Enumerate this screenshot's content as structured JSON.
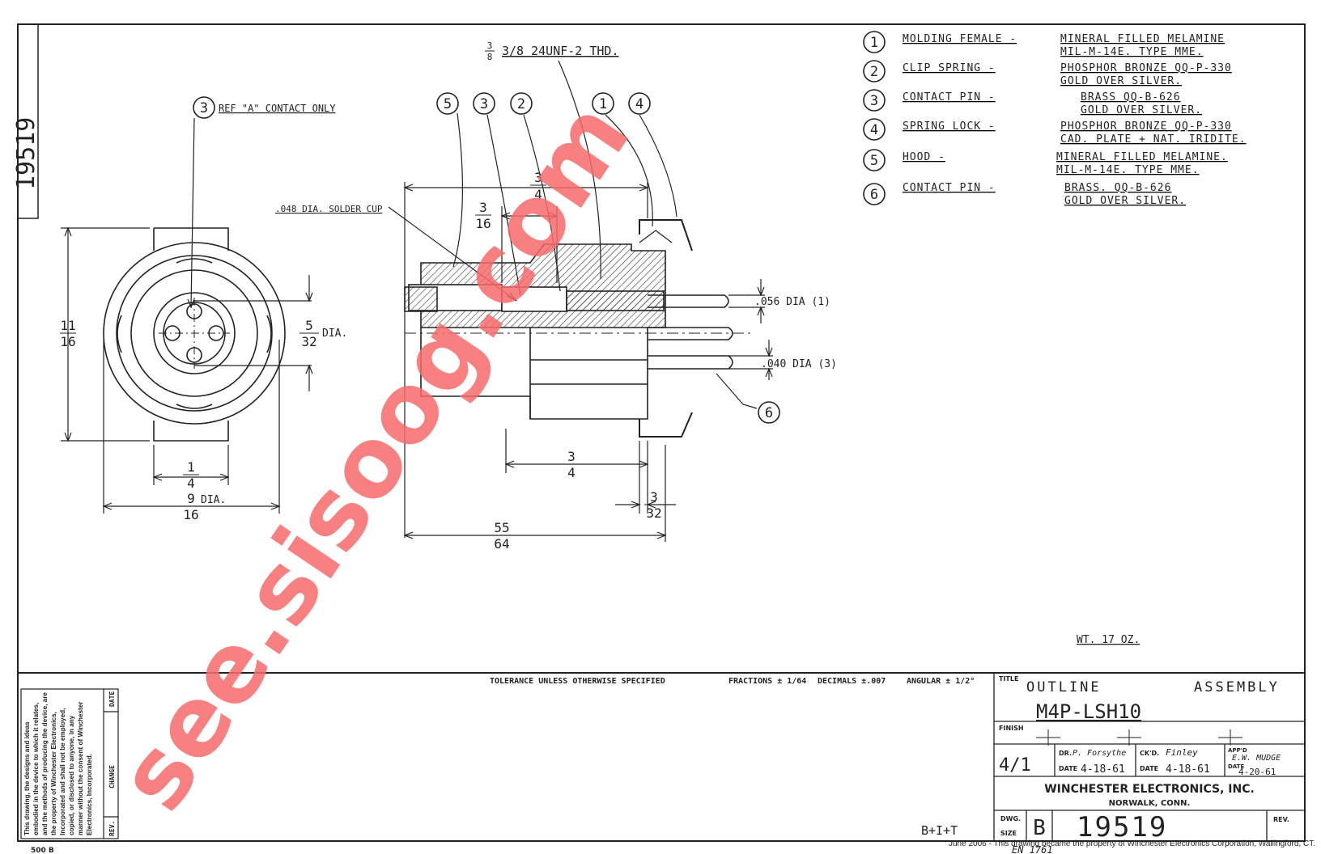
{
  "drawing": {
    "side_number": "19519",
    "weight": "WT. 17 OZ.",
    "stamp": "500 B"
  },
  "callouts": {
    "thread": "3/8 24UNF-2 THD.",
    "ref_a": "REF \"A\" CONTACT ONLY",
    "solder_cup": ".048 DIA. SOLDER CUP",
    "dia_056": ".056 DIA (1)",
    "dia_040": ".040 DIA (3)",
    "dia_5_32": "DIA."
  },
  "dimensions": {
    "d11_16": [
      "11",
      "16"
    ],
    "d5_32": [
      "5",
      "32"
    ],
    "d1_4": [
      "1",
      "4"
    ],
    "d9_16": [
      "9",
      "16"
    ],
    "d9_16_suffix": "DIA.",
    "d3_4_top": [
      "3",
      "4"
    ],
    "d3_16": [
      "3",
      "16"
    ],
    "d3_4_bot": [
      "3",
      "4"
    ],
    "d3_32": [
      "3",
      "32"
    ],
    "d55_64": [
      "55",
      "64"
    ],
    "d3_8": [
      "3",
      "8"
    ]
  },
  "balloons": [
    "1",
    "2",
    "3",
    "4",
    "5",
    "6"
  ],
  "parts_list": [
    {
      "num": "1",
      "name": "MOLDING FEMALE -",
      "material": "MINERAL FILLED MELAMINE",
      "spec": "MIL-M-14E. TYPE MME."
    },
    {
      "num": "2",
      "name": "CLIP SPRING -",
      "material": "PHOSPHOR BRONZE QQ-P-330",
      "spec": "GOLD OVER SILVER."
    },
    {
      "num": "3",
      "name": "CONTACT PIN -",
      "material": "BRASS QQ-B-626",
      "spec": "GOLD OVER SILVER."
    },
    {
      "num": "4",
      "name": "SPRING LOCK -",
      "material": "PHOSPHOR BRONZE QQ-P-330",
      "spec": "CAD. PLATE + NAT. IRIDITE."
    },
    {
      "num": "5",
      "name": "HOOD -",
      "material": "MINERAL FILLED MELAMINE.",
      "spec": "MIL-M-14E. TYPE MME."
    },
    {
      "num": "6",
      "name": "CONTACT PIN -",
      "material": "BRASS. QQ-B-626",
      "spec": "GOLD OVER SILVER."
    }
  ],
  "tolerance": {
    "label": "TOLERANCE UNLESS OTHERWISE SPECIFIED",
    "fractions": "FRACTIONS ± 1/64",
    "decimals": "DECIMALS ±.007",
    "angular": "ANGULAR ± 1/2°"
  },
  "revision_block": {
    "notice": "This drawing, the designs and ideas embodied in the device to which it relates, and the methods of producing the device, are the property of Winchester Electronics, Incorporated and shall not be employed, copied, or disclosed to anyone, in any manner without the consent of Winchester Electronics, Incorporated.",
    "rev_label": "REV.",
    "change_label": "CHANGE",
    "date_label": "DATE"
  },
  "title_block": {
    "title_label": "TITLE",
    "title_line1": "OUTLINE",
    "title_line2": "ASSEMBLY",
    "part_number": "M4P-LSH10",
    "finish_label": "FINISH",
    "scale": "4/1",
    "dr_label": "DR.",
    "dr_name": "P. Forsythe",
    "dr_date_label": "DATE",
    "dr_date": "4-18-61",
    "ckd_label": "CK'D.",
    "ckd_name": "Finley",
    "ckd_date_label": "DATE",
    "ckd_date": "4-18-61",
    "app_label": "APP'D",
    "app_name": "E.W. MUDGE",
    "app_date_label": "DATE",
    "app_date": "4-20-61",
    "company": "WINCHESTER ELECTRONICS, INC.",
    "location": "NORWALK, CONN.",
    "dwg_label": "DWG.",
    "size_label": "SIZE",
    "size": "B",
    "dwg_number": "19519",
    "rev_label": "REV.",
    "notes": "B+I+T",
    "ecn": "EN 1761"
  },
  "footer_note": "June 2006 - This drawing became the property of Winchester Electronics Corporation, Wallingford, CT.",
  "watermark": "see.sisoog.com",
  "colors": {
    "ink": "#222222",
    "watermark": "#f76a6a",
    "paper": "#ffffff"
  }
}
